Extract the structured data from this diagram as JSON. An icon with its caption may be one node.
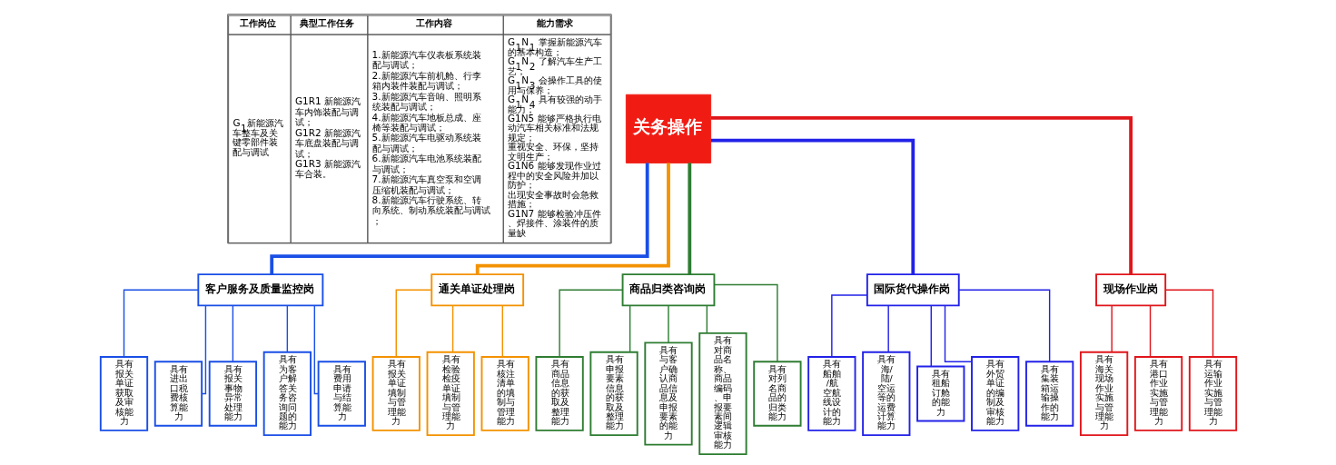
{
  "diagram": {
    "nodes": [
      {
        "text": [
          "关务操作"
        ]
      },
      {
        "text": [
          "客户服务及质量监控岗"
        ]
      },
      {
        "text": [
          "通关单证处理岗"
        ]
      },
      {
        "text": [
          "商品归类咨询岗"
        ]
      },
      {
        "text": [
          "国际货代操作岗"
        ]
      },
      {
        "text": [
          "现场作业岗"
        ]
      },
      {
        "text": [
          "具有报关单证获取及审核能力"
        ]
      },
      {
        "text": [
          "具有进出口税费核算能力"
        ]
      },
      {
        "text": [
          "具有报关事物异常处理能力"
        ]
      },
      {
        "text": [
          "具有为客户解答关务咨询问题的能力"
        ]
      },
      {
        "text": [
          "具有费用申请与结算能力"
        ]
      },
      {
        "text": [
          "具有报关单证填制与管理能力"
        ]
      },
      {
        "text": [
          "具有检验检疫单证填制与管理能力"
        ]
      },
      {
        "text": [
          "具有核注清单的填制与管理能力"
        ]
      },
      {
        "text": [
          "具有商品信息的获取及整理能力"
        ]
      },
      {
        "text": [
          "具有申报要素信息的获取及整理能力"
        ]
      },
      {
        "text": [
          "具有与客户确认商品信息及申报要素的能力"
        ]
      },
      {
        "text": [
          "具有对商品名称、商品编码、申报要素间逻辑审核能力"
        ]
      },
      {
        "text": [
          "具有对列名商品的归类能力"
        ]
      },
      {
        "text": [
          "具有船舶/航空航线设计的能力"
        ]
      },
      {
        "text": [
          "具有海/陆/空运等的运费计算能力"
        ]
      },
      {
        "text": [
          "具有租船订舱的能力"
        ]
      },
      {
        "text": [
          "具有外贸单证的编制及审核能力"
        ]
      },
      {
        "text": [
          "具有集装箱运输操作的能力"
        ]
      },
      {
        "text": [
          "具有海关现场作业实施与管理能力"
        ]
      },
      {
        "text": [
          "具有港口作业实施与管理能力"
        ]
      },
      {
        "text": [
          "具有运输作业实施与管理能力"
        ]
      }
    ],
    "edges": [
      {
        "from": 0,
        "to": 1,
        "arrow": "none",
        "style": "thick",
        "color": "#1a4fe6"
      },
      {
        "from": 0,
        "to": 2,
        "arrow": "none",
        "style": "thick",
        "color": "#f39200"
      },
      {
        "from": 0,
        "to": 3,
        "arrow": "none",
        "style": "thick",
        "color": "#2e7d32"
      },
      {
        "from": 0,
        "to": 4,
        "arrow": "none",
        "style": "thick",
        "color": "#2222e8"
      },
      {
        "from": 0,
        "to": 5,
        "arrow": "none",
        "style": "thick",
        "color": "#e0161b"
      },
      {
        "from": 1,
        "to": 6,
        "arrow": "none",
        "color": "#1a4fe6"
      },
      {
        "from": 1,
        "to": 7,
        "arrow": "none",
        "color": "#1a4fe6"
      },
      {
        "from": 1,
        "to": 8,
        "arrow": "none",
        "color": "#1a4fe6"
      },
      {
        "from": 1,
        "to": 9,
        "arrow": "none",
        "color": "#1a4fe6"
      },
      {
        "from": 1,
        "to": 10,
        "arrow": "none",
        "color": "#1a4fe6"
      },
      {
        "from": 2,
        "to": 11,
        "arrow": "none",
        "color": "#f39200"
      },
      {
        "from": 2,
        "to": 12,
        "arrow": "none",
        "color": "#f39200"
      },
      {
        "from": 2,
        "to": 13,
        "arrow": "none",
        "color": "#f39200"
      },
      {
        "from": 3,
        "to": 14,
        "arrow": "none",
        "color": "#2e7d32"
      },
      {
        "from": 3,
        "to": 15,
        "arrow": "none",
        "color": "#2e7d32"
      },
      {
        "from": 3,
        "to": 16,
        "arrow": "none",
        "color": "#2e7d32"
      },
      {
        "from": 3,
        "to": 17,
        "arrow": "none",
        "color": "#2e7d32"
      },
      {
        "from": 3,
        "to": 18,
        "arrow": "none",
        "color": "#2e7d32"
      },
      {
        "from": 4,
        "to": 19,
        "arrow": "none",
        "color": "#2222e8"
      },
      {
        "from": 4,
        "to": 20,
        "arrow": "none",
        "color": "#2222e8"
      },
      {
        "from": 4,
        "to": 21,
        "arrow": "none",
        "color": "#2222e8"
      },
      {
        "from": 4,
        "to": 22,
        "arrow": "none",
        "color": "#2222e8"
      },
      {
        "from": 4,
        "to": 23,
        "arrow": "none",
        "color": "#2222e8"
      },
      {
        "from": 5,
        "to": 24,
        "arrow": "none",
        "color": "#e0161b"
      },
      {
        "from": 5,
        "to": 25,
        "arrow": "none",
        "color": "#e0161b"
      },
      {
        "from": 5,
        "to": 26,
        "arrow": "none",
        "color": "#e0161b"
      }
    ],
    "labels": [
      "工作岗位",
      "典型工作任务",
      "工作内容",
      "能力需求",
      "G$_{1}$新能源汽车整车及关键零部件装配与调试",
      "G1R1 新能源汽车内饰装配与调试；G1R2 新能源汽车底盘装配与调试；G1R3 新能源汽车合装。",
      "1.新能源汽车仪表板系统装配与调试；2.新能源汽车前机舱、行李箱内装件装配与调试；3.新能源汽车音响、照明系统装配与调试；4.新能源汽车地板总成、座椅等装配与调试；5.新能源汽车电驱动系统装配与调试；6.新能源汽车电池系统装配与调试；7.新能源汽车真空泵和空调压缩机装配与调试；8.新能源汽车行驶系统、转向系统、制动系统装配与调试；",
      "G$_{1}$N$_{1}$ 掌握新能源汽车的基本构造；G$_{1}$N$_{2}$ 了解汽车生产工艺；G$_{1}$N$_{3}$ 会操作工具的使用与保养；G$_{1}$N$_{4}$ 具有较强的动手能力；G1N5 能够严格执行电动汽车相关标准和法规规定；重视安全、环保，坚持文明生产；G1N6 能够发现作业过程中的安全风险并加以防护；出现安全事故时会急救措施；G1N7 能够检验冲压件、焊接件、涂装件的质量缺"
    ]
  }
}
